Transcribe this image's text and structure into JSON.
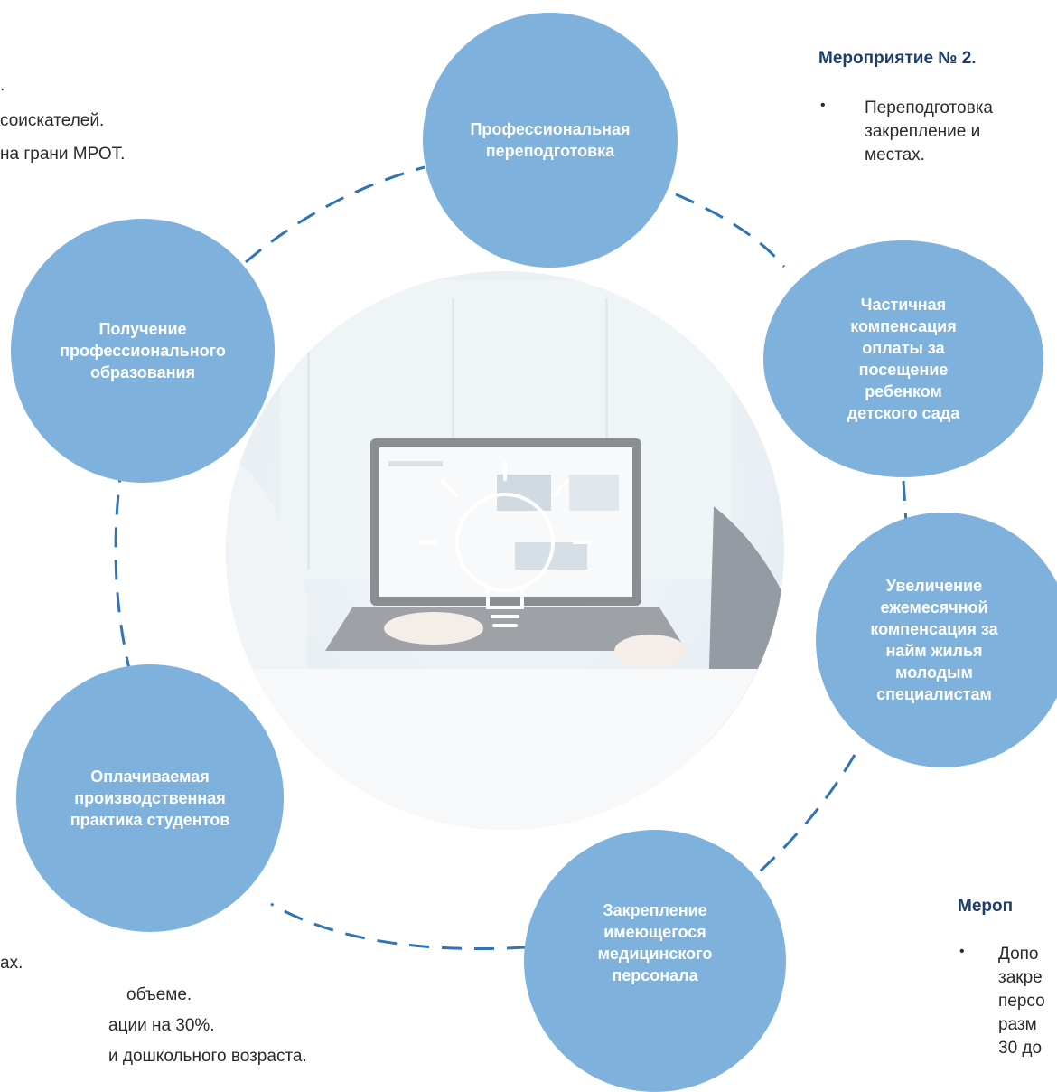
{
  "left_top_fragments": [
    ".",
    "соискателей.",
    "на грани МРОТ."
  ],
  "left_bottom_fragments": [
    "ах.",
    "объеме.",
    "ации на 30%.",
    "и дошкольного возраста."
  ],
  "event2": {
    "title": "Мероприятие № 2.",
    "bullet": "•",
    "lines": [
      "Переподготовка",
      "закрепление     и",
      "местах."
    ]
  },
  "event_bottom": {
    "title": "Мероп",
    "bullet": "•",
    "lines": [
      "Допо",
      "закре",
      "персо",
      "разм",
      "30 до"
    ]
  },
  "nodes": {
    "top": "Профессиональная\nпереподготовка",
    "top_right": "Частичная\nкомпенсация\nоплаты за\nпосещение\nребенком\nдетского сада",
    "right": "Увеличение\nежемесячной\nкомпенсация за\nнайм жилья\nмолодым\nспециалистам",
    "bottom": "Закрепление\nимеющегося\nмедицинского\nперсонала",
    "bottom_left": "Оплачиваемая\nпроизводственная\nпрактика студентов",
    "top_left": "Получение\nпрофессионального\nобразования"
  },
  "center_icon": "lightbulb-icon",
  "colors": {
    "node_fill": "#7eb2dd",
    "dash": "#2f75b5",
    "title": "#1f3d6b"
  }
}
